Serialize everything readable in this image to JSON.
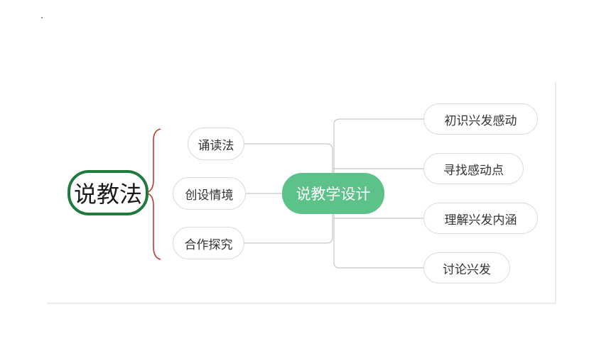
{
  "root": {
    "label": "说教法",
    "border_color": "#1f7a3d"
  },
  "methods": [
    {
      "label": "诵读法"
    },
    {
      "label": "创设情境"
    },
    {
      "label": "合作探究"
    }
  ],
  "center": {
    "label": "说教学设计",
    "fill_color": "#5dc28a"
  },
  "steps": [
    {
      "label": "初识兴发感动"
    },
    {
      "label": "寻找感动点"
    },
    {
      "label": "理解兴发内涵"
    },
    {
      "label": "讨论兴发"
    }
  ],
  "colors": {
    "brace": "#c0392b",
    "connector": "#c8c8c8",
    "node_border": "#dadada"
  }
}
